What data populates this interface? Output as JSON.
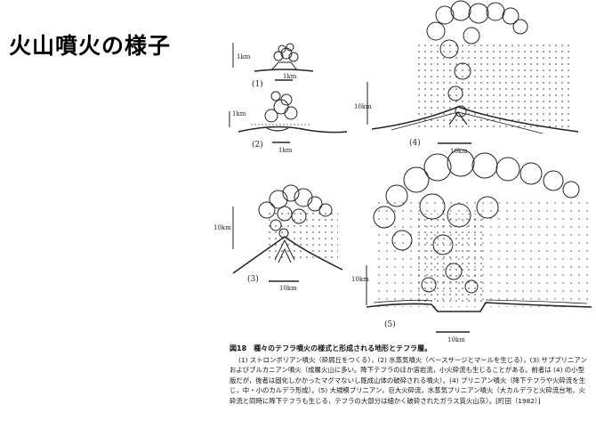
{
  "slide": {
    "title": "火山噴火の様子"
  },
  "figure": {
    "panels": [
      {
        "label": "(1)",
        "vertical_scale": "1km",
        "horizontal_scale": "1km"
      },
      {
        "label": "(2)",
        "vertical_scale": "1km",
        "horizontal_scale": "1km"
      },
      {
        "label": "(3)",
        "vertical_scale": "10km",
        "horizontal_scale": "10km"
      },
      {
        "label": "(4)",
        "vertical_scale": "10km",
        "horizontal_scale": "10km"
      },
      {
        "label": "(5)",
        "vertical_scale": "10km",
        "horizontal_scale": "10km"
      }
    ],
    "caption": {
      "heading": "図18　種々のテフラ噴火の様式と形成される地形とテフラ層。",
      "body": "(1) ストロンボリアン噴火（砕屑丘をつくる），(2) 水蒸気噴火（ベースサージとマールを生じる），(3) サブプリニアンおよびブルカニアン噴火（成層火山に多い。降下テフラのほか溶岩流，小火砕流も生じることがある。前者は (4) の小型版だが，後者は固化しかかったマグマないし既成山体の破砕される噴火）。(4) プリニアン噴火（降下テフラや火砕流を生じ，中・小のカルデラ形成）。(5) 大規模プリニアン，巨大火砕流，水蒸気プリニアン噴火（大カルデラと火砕流台地，火砕流と同時に降下テフラも生じる，テフラの大部分は細かく破砕されたガラス質火山灰）。[町田（1982）]"
    }
  }
}
